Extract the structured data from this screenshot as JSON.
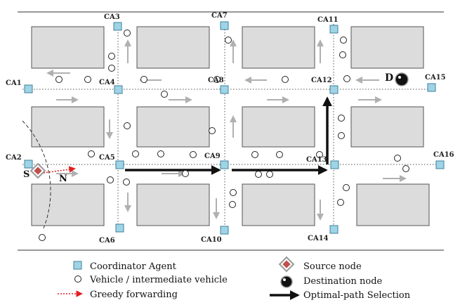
{
  "agents": [
    "CA1",
    "CA2",
    "CA3",
    "CA4",
    "CA5",
    "CA6",
    "CA7",
    "CA8",
    "CA9",
    "CA10",
    "CA11",
    "CA12",
    "CA13",
    "CA14",
    "CA15",
    "CA16"
  ],
  "nodes": {
    "source": "S",
    "neighbor": "N",
    "destination": "D"
  },
  "legend": {
    "coordinator": "Coordinator Agent",
    "vehicle": "Vehicle / intermediate vehicle",
    "greedy": "Greedy forwarding",
    "source": "Source node",
    "destination": "Destination node",
    "optimal": "Optimal-path Selection"
  },
  "colors": {
    "agent_fill": "#9fd4e6",
    "agent_stroke": "#3f7f99",
    "block_fill": "#dcdcdc",
    "source_fill": "#c0504d",
    "greedy": "#e02020",
    "path": "#111111",
    "arrow_gray": "#b0b0b0"
  }
}
